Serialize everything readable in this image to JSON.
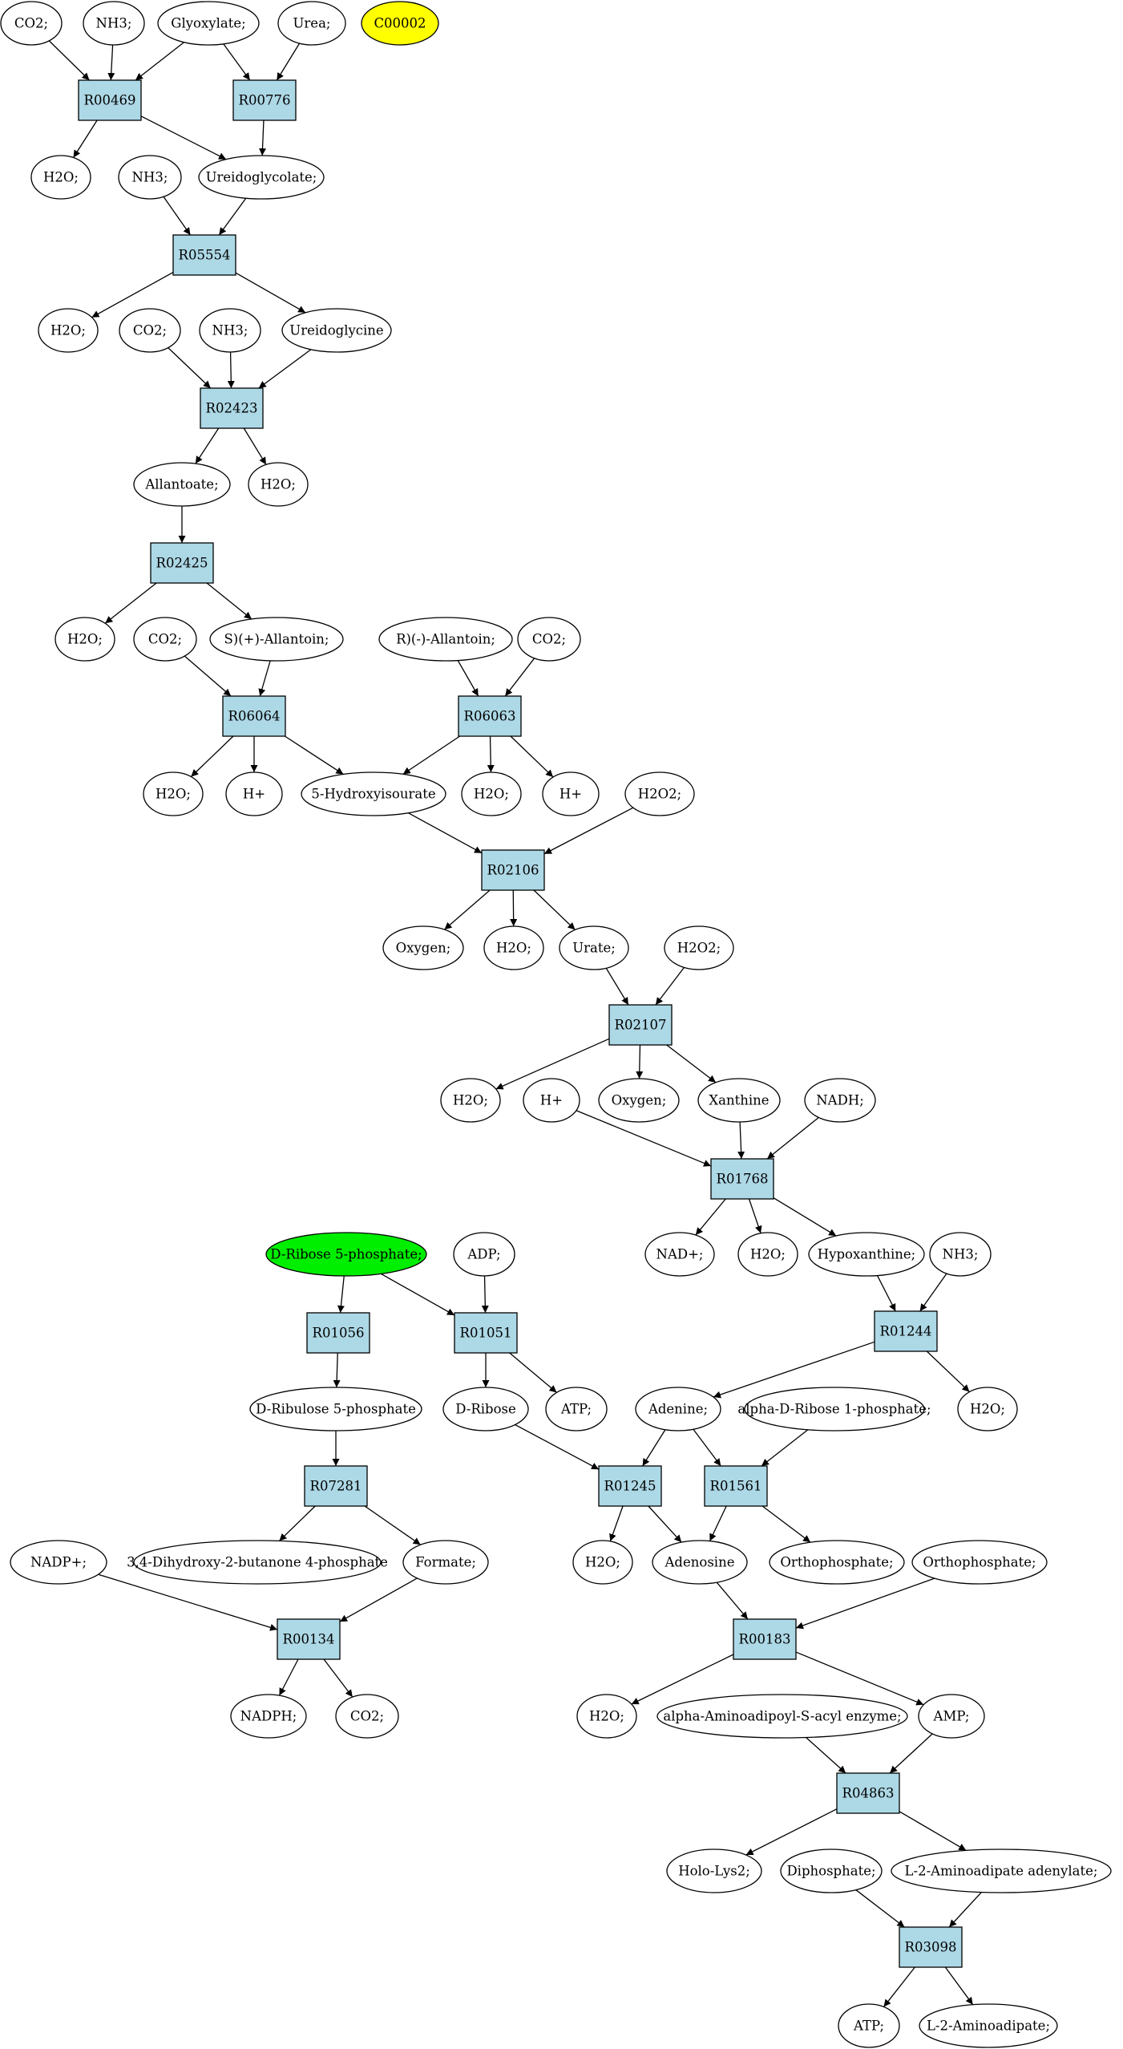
{
  "colors": {
    "reaction_fill": "#add8e6",
    "compound_fill": "#ffffff",
    "highlight_yellow": "#ffff00",
    "highlight_green": "#00ee00",
    "stroke": "#000000"
  },
  "reactions": {
    "R00469": "R00469",
    "R00776": "R00776",
    "R05554": "R05554",
    "R02423": "R02423",
    "R02425": "R02425",
    "R06064": "R06064",
    "R06063": "R06063",
    "R02106": "R02106",
    "R02107": "R02107",
    "R01768": "R01768",
    "R01244": "R01244",
    "R01056": "R01056",
    "R01051": "R01051",
    "R07281": "R07281",
    "R01245": "R01245",
    "R01561": "R01561",
    "R00134": "R00134",
    "R00183": "R00183",
    "R04863": "R04863",
    "R03098": "R03098"
  },
  "compounds": {
    "co2_1": "CO2;",
    "nh3_1": "NH3;",
    "glyoxylate": "Glyoxylate;",
    "urea": "Urea;",
    "c00002": "C00002",
    "h2o_1": "H2O;",
    "nh3_2": "NH3;",
    "ureidoglycolate": "Ureidoglycolate;",
    "h2o_2": "H2O;",
    "co2_2": "CO2;",
    "nh3_3": "NH3;",
    "ureidoglycine": "Ureidoglycine",
    "allantoate": "Allantoate;",
    "h2o_3": "H2O;",
    "h2o_4": "H2O;",
    "co2_3": "CO2;",
    "s_allantoin": "S)(+)-Allantoin;",
    "r_allantoin": "R)(-)-Allantoin;",
    "co2_4": "CO2;",
    "h2o_5": "H2O;",
    "hplus_1": "H+",
    "hydroxyisourate": "5-Hydroxyisourate",
    "h2o_6": "H2O;",
    "hplus_2": "H+",
    "h2o2_1": "H2O2;",
    "oxygen_1": "Oxygen;",
    "h2o_7": "H2O;",
    "urate": "Urate;",
    "h2o2_2": "H2O2;",
    "h2o_8": "H2O;",
    "hplus_3": "H+",
    "oxygen_2": "Oxygen;",
    "xanthine": "Xanthine",
    "nadh": "NADH;",
    "dribose5p": "D-Ribose 5-phosphate;",
    "adp": "ADP;",
    "nadplus": "NAD+;",
    "h2o_9": "H2O;",
    "hypoxanthine": "Hypoxanthine;",
    "nh3_4": "NH3;",
    "dribulose5p": "D-Ribulose 5-phosphate",
    "dribose": "D-Ribose",
    "atp_1": "ATP;",
    "adenine": "Adenine;",
    "adr1p": "alpha-D-Ribose 1-phosphate;",
    "h2o_10": "H2O;",
    "nadpplus": "NADP+;",
    "dhbp": "3,4-Dihydroxy-2-butanone 4-phosphate",
    "formate": "Formate;",
    "h2o_11": "H2O;",
    "adenosine": "Adenosine",
    "orthophosphate_1": "Orthophosphate;",
    "orthophosphate_2": "Orthophosphate;",
    "nadph": "NADPH;",
    "co2_5": "CO2;",
    "h2o_12": "H2O;",
    "aaae": "alpha-Aminoadipoyl-S-acyl enzyme;",
    "amp": "AMP;",
    "holo_lys2": "Holo-Lys2;",
    "diphosphate": "Diphosphate;",
    "l2aa_adenylate": "L-2-Aminoadipate adenylate;",
    "atp_2": "ATP;",
    "l2aminoadipate": "L-2-Aminoadipate;"
  }
}
